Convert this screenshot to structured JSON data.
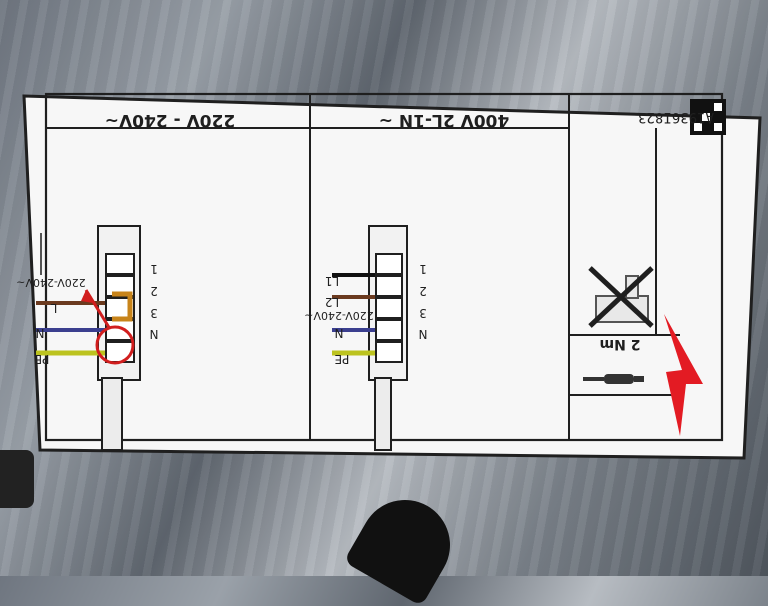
{
  "label": {
    "code": "A1936I823",
    "left_panel": {
      "title": "220V - 240V~",
      "subtitle": "220V-240V~",
      "terminals": {
        "pe": "PE",
        "n_left": "N",
        "l": "L",
        "n_right": "N",
        "three": "3",
        "two": "2",
        "one": "1"
      }
    },
    "middle_panel": {
      "title": "400V 2L-1N ~",
      "subtitle": "220V-240V~",
      "terminals": {
        "pe": "PE",
        "n_left": "N",
        "l2": "L2",
        "l1": "L1",
        "n_right": "N",
        "three": "3",
        "two": "2",
        "one": "1"
      }
    },
    "right_panel": {
      "torque": "2 Nm"
    }
  },
  "colors": {
    "label_white": "#f7f7f7",
    "border": "#1f1f1f",
    "warning_red": "#e31b23",
    "wire_yellow_green": "#bcc31f",
    "wire_blue": "#3b3f8f",
    "wire_brown": "#6b3a1f",
    "wire_black": "#111111",
    "jumper_orange": "#c8841a",
    "highlight_red": "#d11e1e"
  }
}
